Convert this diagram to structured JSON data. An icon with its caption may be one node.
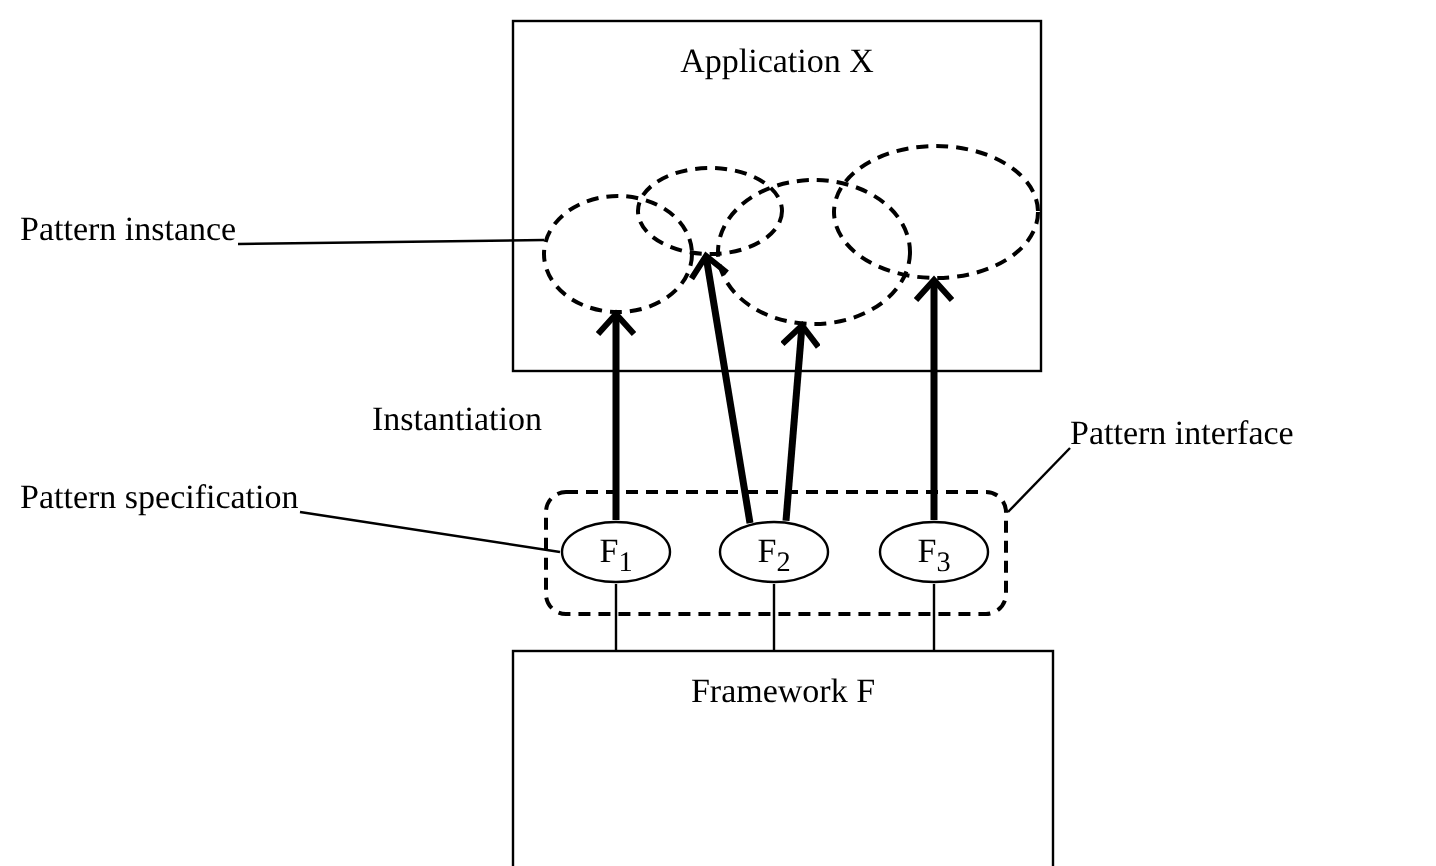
{
  "diagram": {
    "nodes": [
      {
        "text": [
          "Application X"
        ]
      },
      {
        "text": [],
        "shape": "circle",
        "in": 0
      },
      {
        "text": [],
        "shape": "circle",
        "in": 0
      },
      {
        "text": [],
        "shape": "circle",
        "in": 0
      },
      {
        "text": [],
        "shape": "circle",
        "in": 0
      },
      {
        "text": [],
        "shape": "box"
      },
      {
        "text": [
          "F$_{1}$"
        ],
        "in": 5
      },
      {
        "text": [
          "F$_{2}$"
        ],
        "in": 5
      },
      {
        "text": [
          "F$_{3}$"
        ],
        "in": 5
      },
      {
        "text": [
          "Framework F"
        ]
      },
      {
        "text": [
          "Pattern instance"
        ]
      },
      {
        "text": [
          "Pattern specification"
        ]
      },
      {
        "text": [
          "Pattern interface"
        ]
      }
    ],
    "edges": [
      {
        "from": 6,
        "to": 1,
        "arrow": "to",
        "style": "thick"
      },
      {
        "from": 7,
        "to": 2,
        "arrow": "to",
        "style": "thick"
      },
      {
        "from": 7,
        "to": 3,
        "arrow": "to",
        "style": "thick"
      },
      {
        "from": 8,
        "to": 4,
        "arrow": "to",
        "style": "thick"
      },
      {
        "from": 6,
        "to": 9,
        "arrow": "none"
      },
      {
        "from": 7,
        "to": 9,
        "arrow": "none"
      },
      {
        "from": 8,
        "to": 9,
        "arrow": "none"
      },
      {
        "from": 10,
        "to": 1,
        "arrow": "none"
      },
      {
        "from": 11,
        "to": 6,
        "arrow": "none"
      },
      {
        "from": 12,
        "to": 5,
        "arrow": "none"
      }
    ],
    "labels": [
      "Instantiation"
    ]
  }
}
